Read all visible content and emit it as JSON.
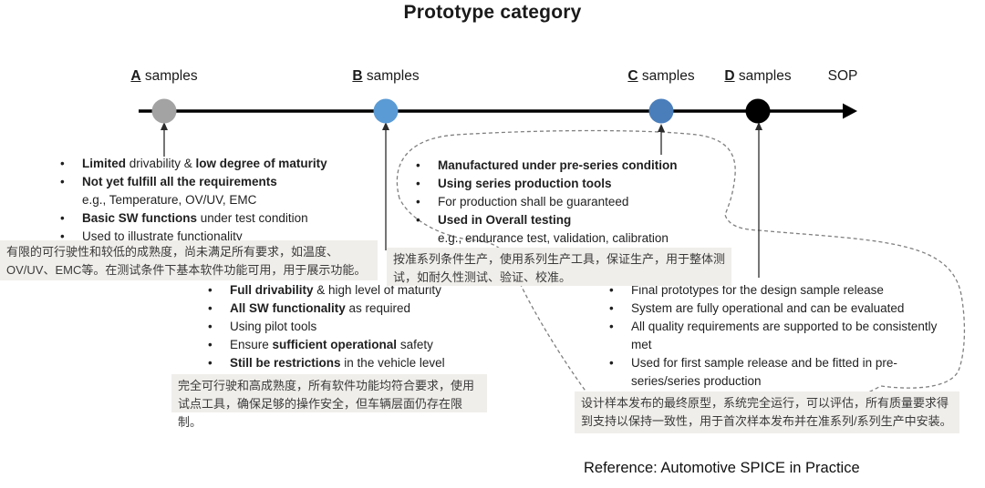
{
  "title": "Prototype category",
  "timeline": {
    "milestones": [
      {
        "id": "A",
        "letter": "A",
        "rest": " samples",
        "color": "#a3a3a3"
      },
      {
        "id": "B",
        "letter": "B",
        "rest": " samples",
        "color": "#5b9bd5"
      },
      {
        "id": "C",
        "letter": "C",
        "rest": " samples",
        "color": "#4a7ebb"
      },
      {
        "id": "D",
        "letter": "D",
        "rest": " samples",
        "color": "#000000"
      }
    ],
    "sop_label": "SOP"
  },
  "blocks": {
    "a": {
      "bullets": [
        {
          "marker": true,
          "segments": [
            {
              "t": "Limited",
              "b": true
            },
            {
              "t": " drivability & ",
              "b": false
            },
            {
              "t": "low degree of maturity",
              "b": true
            }
          ]
        },
        {
          "marker": true,
          "segments": [
            {
              "t": "Not yet fulfill all the requirements",
              "b": true
            }
          ]
        },
        {
          "marker": false,
          "segments": [
            {
              "t": "e.g., Temperature, OV/UV, EMC",
              "b": false
            }
          ]
        },
        {
          "marker": true,
          "segments": [
            {
              "t": "Basic SW functions",
              "b": true
            },
            {
              "t": " under test condition",
              "b": false
            }
          ]
        },
        {
          "marker": true,
          "segments": [
            {
              "t": "Used to illustrate functionality",
              "b": false
            }
          ]
        }
      ],
      "note_zh": "有限的可行驶性和较低的成熟度，尚未满足所有要求，如温度、OV/UV、EMC等。在测试条件下基本软件功能可用，用于展示功能。"
    },
    "b": {
      "bullets": [
        {
          "marker": true,
          "segments": [
            {
              "t": "Full drivability",
              "b": true
            },
            {
              "t": " & high level of maturity",
              "b": false
            }
          ]
        },
        {
          "marker": true,
          "segments": [
            {
              "t": "All SW functionality",
              "b": true
            },
            {
              "t": " as required",
              "b": false
            }
          ]
        },
        {
          "marker": true,
          "segments": [
            {
              "t": "Using pilot tools",
              "b": false
            }
          ]
        },
        {
          "marker": true,
          "segments": [
            {
              "t": "Ensure ",
              "b": false
            },
            {
              "t": "sufficient operational",
              "b": true
            },
            {
              "t": " safety",
              "b": false
            }
          ]
        },
        {
          "marker": true,
          "segments": [
            {
              "t": "Still be restrictions",
              "b": true
            },
            {
              "t": " in the vehicle level",
              "b": false
            }
          ]
        }
      ],
      "note_zh": "完全可行驶和高成熟度，所有软件功能均符合要求，使用试点工具，确保足够的操作安全，但车辆层面仍存在限制。"
    },
    "c": {
      "bullets": [
        {
          "marker": true,
          "segments": [
            {
              "t": "Manufactured under pre-series condition",
              "b": true
            }
          ]
        },
        {
          "marker": true,
          "segments": [
            {
              "t": "Using series production tools",
              "b": true
            }
          ]
        },
        {
          "marker": true,
          "segments": [
            {
              "t": "For production shall be guaranteed",
              "b": false
            }
          ]
        },
        {
          "marker": true,
          "segments": [
            {
              "t": "Used in Overall testing",
              "b": true
            }
          ]
        },
        {
          "marker": false,
          "segments": [
            {
              "t": "e.g., endurance test, validation, calibration",
              "b": false
            }
          ]
        }
      ],
      "note_zh": "按准系列条件生产，使用系列生产工具，保证生产，用于整体测试，如耐久性测试、验证、校准。"
    },
    "d": {
      "bullets": [
        {
          "marker": true,
          "segments": [
            {
              "t": "Final prototypes for the design sample release",
              "b": false
            }
          ]
        },
        {
          "marker": true,
          "segments": [
            {
              "t": "System are fully operational and can be evaluated",
              "b": false
            }
          ]
        },
        {
          "marker": true,
          "segments": [
            {
              "t": "All quality requirements are supported to be consistently met",
              "b": false
            }
          ]
        },
        {
          "marker": true,
          "segments": [
            {
              "t": "Used for first sample release and be fitted in pre-series/series production",
              "b": false
            }
          ]
        }
      ],
      "note_zh": "设计样本发布的最终原型，系统完全运行，可以评估，所有质量要求得到支持以保持一致性，用于首次样本发布并在准系列/系列生产中安装。"
    }
  },
  "reference": "Reference: Automotive SPICE in Practice",
  "colors": {
    "note_background": "#f0eeea",
    "timeline": "#000000",
    "dashed_outline": "#7f7f7f",
    "sample_a": "#a3a3a3",
    "sample_b": "#5b9bd5",
    "sample_c": "#4a7ebb",
    "sample_d": "#000000"
  }
}
